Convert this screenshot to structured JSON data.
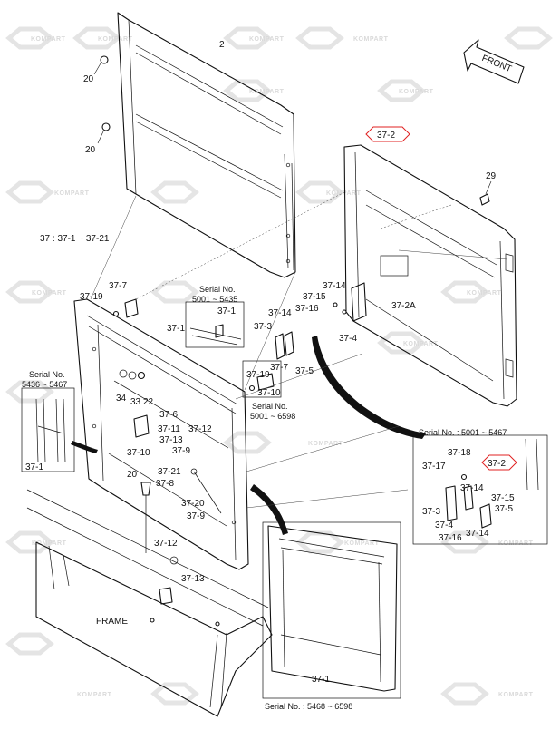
{
  "diagram": {
    "front_arrow": "FRONT",
    "frame_label": "FRAME",
    "watermark": "KOMPART",
    "highlight_color": "#e02020",
    "labels": {
      "p2": "2",
      "p20a": "20",
      "p20b": "20",
      "p37range": "37 : 37-1 ~ 37-21",
      "p37_7a": "37-7",
      "p37_19a": "37-19",
      "p37_1a": "37-1",
      "p34": "34",
      "p33": "33",
      "p22": "22",
      "p37_6": "37-6",
      "p37_11": "37-11",
      "p37_13a": "37-13",
      "p37_10a": "37-10",
      "p37_12a": "37-12",
      "p37_9a": "37-9",
      "p37_21": "37-21",
      "p37_8": "37-8",
      "p20c": "20",
      "p37_20": "37-20",
      "p37_9b": "37-9",
      "p37_12b": "37-12",
      "p37_13b": "37-13",
      "p37_1left": "37-1",
      "serial_left": "Serial No.",
      "serial_left_range": "5436 ~ 5467",
      "serial_top": "Serial No.",
      "serial_top_range": "5001 ~ 5435",
      "p37_1top": "37-1",
      "p37_3a": "37-3",
      "p37_14a": "37-14",
      "p37_16a": "37-16",
      "p37_5a": "37-5",
      "p37_7b": "37-7",
      "p37_19b": "37-19",
      "p37_10b": "37-10",
      "serial_mid": "Serial No.",
      "serial_mid_range": "5001 ~ 6598",
      "p37_15a": "37-15",
      "p37_14b": "37-14",
      "p37_4a": "37-4",
      "p37_2": "37-2",
      "p29": "29",
      "p37_2A": "37-2A",
      "serial_right": "Serial No. : 5001 ~ 5467",
      "p37_18": "37-18",
      "p37_17": "37-17",
      "p37_2b": "37-2",
      "p37_14c": "37-14",
      "p37_15b": "37-15",
      "p37_3b": "37-3",
      "p37_5b": "37-5",
      "p37_4b": "37-4",
      "p37_16b": "37-16",
      "p37_14d": "37-14",
      "p37_1bottom": "37-1",
      "serial_bottom": "Serial No. : 5468 ~ 6598"
    }
  }
}
